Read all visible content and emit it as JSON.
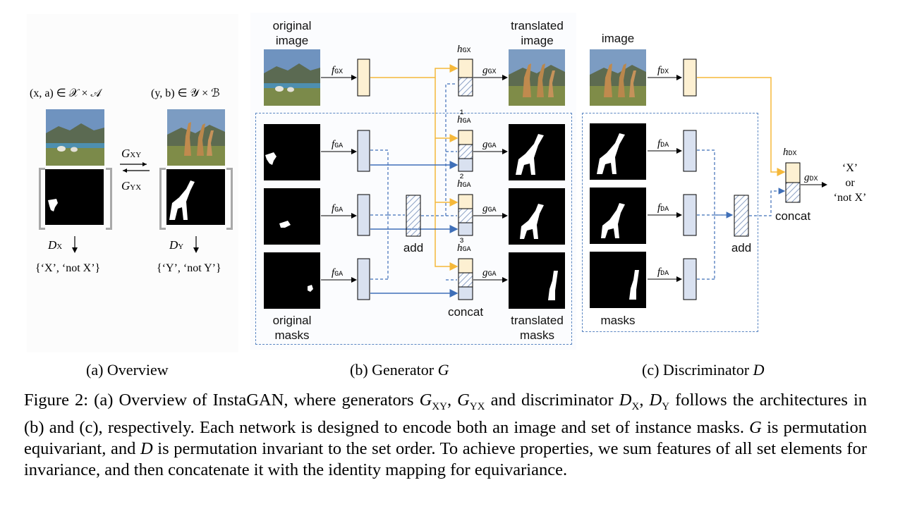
{
  "overview": {
    "domain_x_label": "(x, a) ∈ 𝒳 × 𝒜",
    "domain_y_label": "(y, b) ∈ 𝒴 × ℬ",
    "g_xy": "G",
    "g_xy_sub": "XY",
    "g_yx": "G",
    "g_yx_sub": "YX",
    "d_x": "D",
    "d_x_sub": "X",
    "d_y": "D",
    "d_y_sub": "Y",
    "d_x_output": "{‘X’, ‘not X’}",
    "d_y_output": "{‘Y’, ‘not Y’}"
  },
  "generator": {
    "original_image_label_1": "original",
    "original_image_label_2": "image",
    "translated_image_label_1": "translated",
    "translated_image_label_2": "image",
    "original_masks_label_1": "original",
    "original_masks_label_2": "masks",
    "translated_masks_label_1": "translated",
    "translated_masks_label_2": "masks",
    "f_gx": "f",
    "f_gx_sub": "GX",
    "f_ga": "f",
    "f_ga_sub": "GA",
    "g_gx": "g",
    "g_gx_sub": "GX",
    "g_ga": "g",
    "g_ga_sub": "GA",
    "h_gx": "h",
    "h_gx_sub": "GX",
    "h_ga": "h",
    "h_ga_sub": "GA",
    "h_ga_sup_1": "1",
    "h_ga_sup_2": "2",
    "h_ga_sup_3": "3",
    "add_label": "add",
    "concat_label": "concat"
  },
  "discriminator": {
    "image_label": "image",
    "masks_label": "masks",
    "f_dx": "f",
    "f_dx_sub": "DX",
    "f_da": "f",
    "f_da_sub": "DA",
    "h_dx": "h",
    "h_dx_sub": "DX",
    "g_dx": "g",
    "g_dx_sub": "DX",
    "add_label": "add",
    "concat_label": "concat",
    "output_1": "‘X’",
    "output_2": "or",
    "output_3": "‘not X’"
  },
  "subcaptions": {
    "a": "(a) Overview",
    "b_prefix": "(b) Generator ",
    "b_symbol": "G",
    "c_prefix": "(c) Discriminator ",
    "c_symbol": "D"
  },
  "caption": {
    "text_1": "Figure 2: (a) Overview of InstaGAN, where generators ",
    "g_xy": "G",
    "g_xy_sub": "XY",
    "comma1": ", ",
    "g_yx": "G",
    "g_yx_sub": "YX",
    "text_2": " and discriminator ",
    "d_x": "D",
    "d_x_sub": "X",
    "comma2": ", ",
    "d_y": "D",
    "d_y_sub": "Y",
    "text_3": " follows the architectures in (b) and (c), respectively. Each network is designed to encode both an image and set of instance masks. ",
    "g_sym": "G",
    "text_4": " is permutation equivariant, and ",
    "d_sym": "D",
    "text_5": " is permutation invariant to the set order. To achieve properties, we sum features of all set elements for invariance, and then concatenate it with the identity mapping for equivariance."
  },
  "colors": {
    "image_feature_fill": "#fdf0d2",
    "mask_feature_fill": "#d9e1f0",
    "orange_arrow": "#f5b83a",
    "blue_arrow": "#3f6fb8",
    "dashed_border": "#5a86c2"
  }
}
